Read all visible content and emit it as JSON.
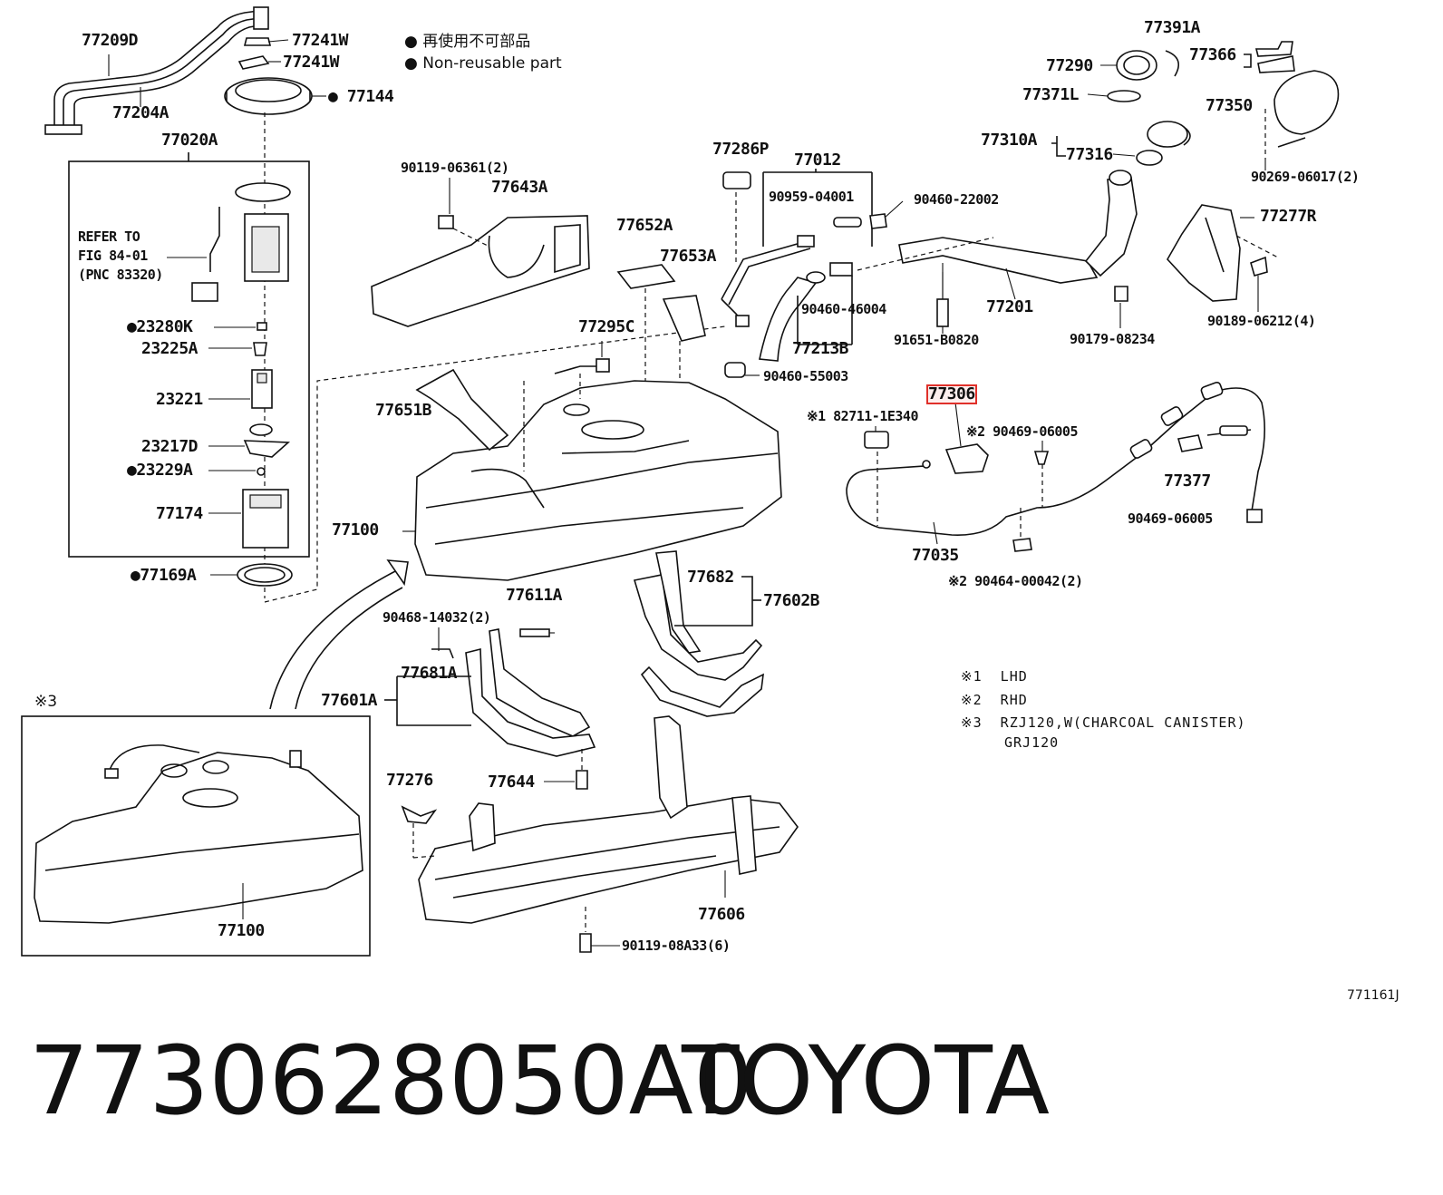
{
  "legend": {
    "jp": "再使用不可部品",
    "en": "Non-reusable part"
  },
  "remarks": [
    {
      "mark": "※1",
      "text": "LHD"
    },
    {
      "mark": "※2",
      "text": "RHD"
    },
    {
      "mark": "※3",
      "text": "RZJ120,W(CHARCOAL CANISTER)"
    },
    {
      "mark": "",
      "text": "GRJ120"
    }
  ],
  "refer": {
    "line1": "REFER TO",
    "line2": "FIG 84-01",
    "line3": "(PNC 83320)"
  },
  "inset_mark": "※3",
  "labels": {
    "p77209D": "77209D",
    "p77241W_a": "77241W",
    "p77241W_b": "77241W",
    "p77144": "77144",
    "p77204A": "77204A",
    "p77020A": "77020A",
    "p23280K": "23280K",
    "p23225A": "23225A",
    "p23221": "23221",
    "p23217D": "23217D",
    "p23229A": "23229A",
    "p77174": "77174",
    "p77169A": "77169A",
    "p90119_06361": "90119-06361(2)",
    "p77643A": "77643A",
    "p77652A": "77652A",
    "p77653A": "77653A",
    "p77286P": "77286P",
    "p77012": "77012",
    "p90959_04001": "90959-04001",
    "p90460_22002": "90460-22002",
    "p77201": "77201",
    "p90460_46004": "90460-46004",
    "p77213B": "77213B",
    "p91651_B0820": "91651-B0820",
    "p90179_08234": "90179-08234",
    "p77295C": "77295C",
    "p90460_55003": "90460-55003",
    "p77651B": "77651B",
    "p77100_main": "77100",
    "p77391A": "77391A",
    "p77366": "77366",
    "p77290": "77290",
    "p77371L": "77371L",
    "p77350": "77350",
    "p77310A": "77310A",
    "p77316": "77316",
    "p90269_06017": "90269-06017(2)",
    "p77277R": "77277R",
    "p90189_06212": "90189-06212(4)",
    "p77306": "77306",
    "p182711": "※1 82711-1E340",
    "p90469_a": "※2 90469-06005",
    "p77377": "77377",
    "p77035": "77035",
    "p90469_b": "90469-06005",
    "p90464": "※2 90464-00042(2)",
    "p77611A": "77611A",
    "p90468": "90468-14032(2)",
    "p77682": "77682",
    "p77602B": "77602B",
    "p77681A": "77681A",
    "p77601A": "77601A",
    "p77644": "77644",
    "p77276": "77276",
    "p77606": "77606",
    "p90119_08A33": "90119-08A33(6)",
    "p77100_inset": "77100"
  },
  "figure_code": "771161J",
  "part_number": "7730628050A0",
  "brand": "TOYOTA",
  "colors": {
    "highlight": "#e0302a",
    "ink": "#111111"
  }
}
